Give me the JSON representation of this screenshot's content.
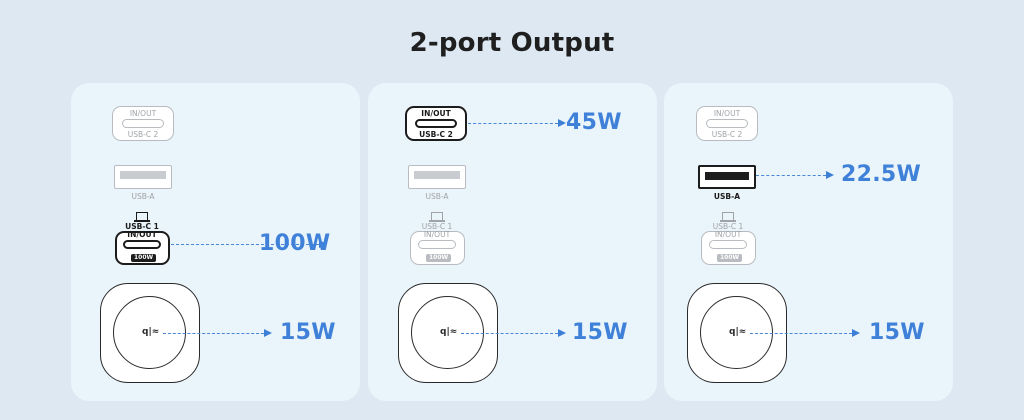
{
  "title": "2-port Output",
  "ports": {
    "inout": "IN/OUT",
    "usbc2": "USB-C 2",
    "usba": "USB-A",
    "usbc1": "USB-C 1",
    "badge": "100W"
  },
  "panels": [
    {
      "active": [
        "usbc1",
        "wireless"
      ],
      "outputs": {
        "usbc1": "100W",
        "wireless": "15W"
      }
    },
    {
      "active": [
        "usbc2",
        "wireless"
      ],
      "outputs": {
        "usbc2": "45W",
        "wireless": "15W"
      }
    },
    {
      "active": [
        "usba",
        "wireless"
      ],
      "outputs": {
        "usba": "22.5W",
        "wireless": "15W"
      }
    }
  ],
  "icons": {
    "wireless": "qi-wireless-icon",
    "laptop": "laptop-icon"
  },
  "colors": {
    "accent": "#3f80d8",
    "background": "#dde8f3",
    "panel": "#eaf4fb"
  }
}
